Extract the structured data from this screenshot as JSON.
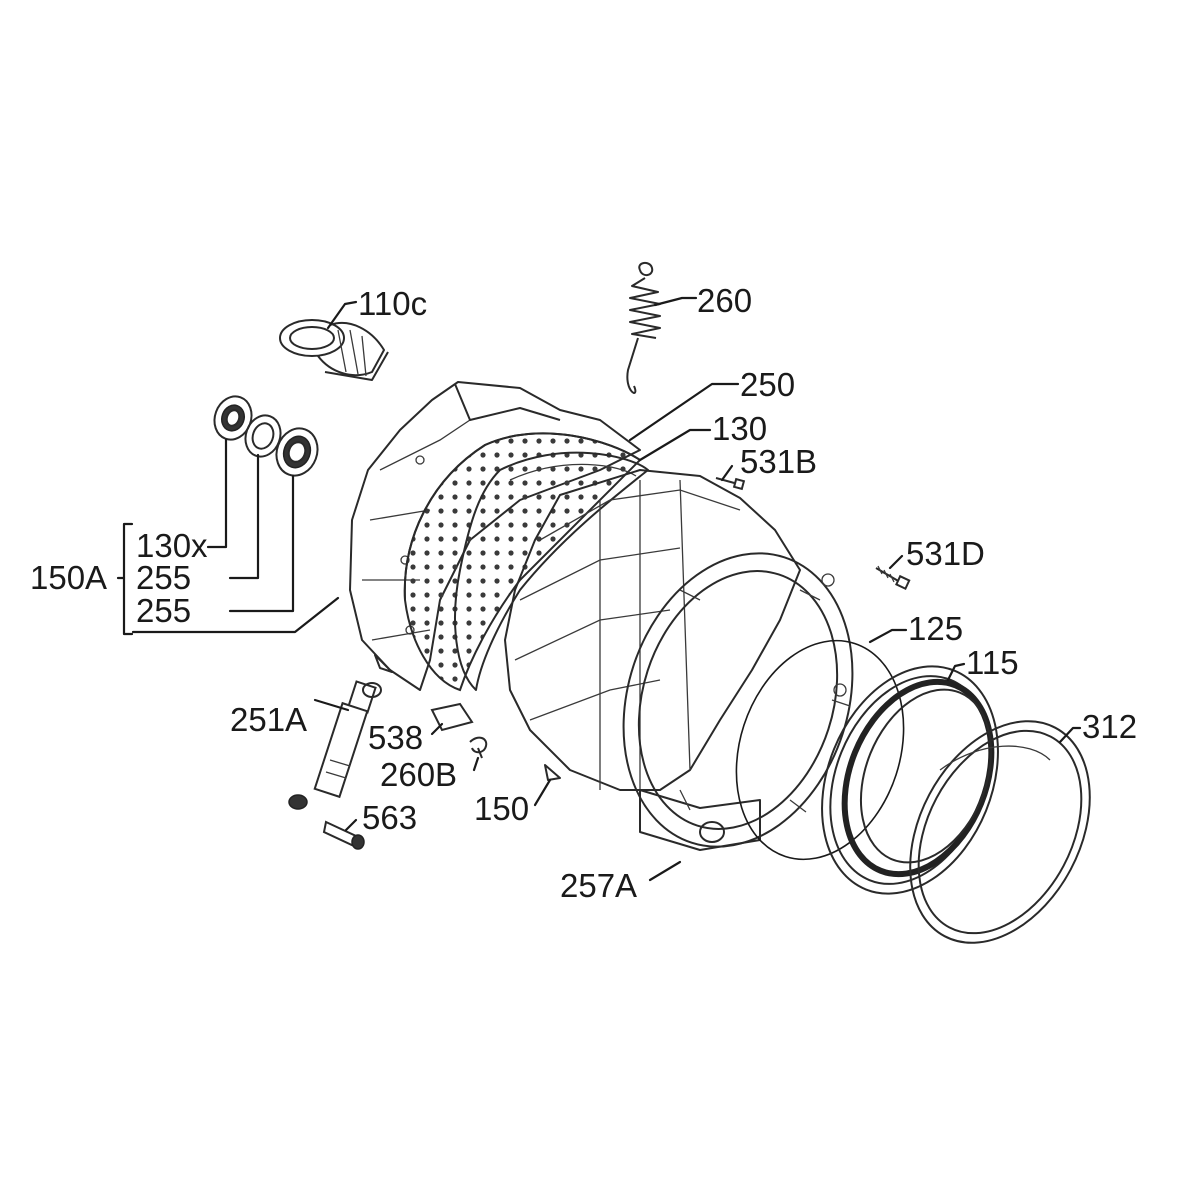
{
  "diagram": {
    "callouts": {
      "c110c": "110c",
      "c260": "260",
      "c250": "250",
      "c130": "130",
      "c531B": "531B",
      "c531D": "531D",
      "c125": "125",
      "c115": "115",
      "c312": "312",
      "c150A": "150A",
      "c130x": "130x",
      "c255a": "255",
      "c255b": "255",
      "c251A": "251A",
      "c538": "538",
      "c260B": "260B",
      "c150": "150",
      "c563": "563",
      "c257A": "257A"
    }
  }
}
